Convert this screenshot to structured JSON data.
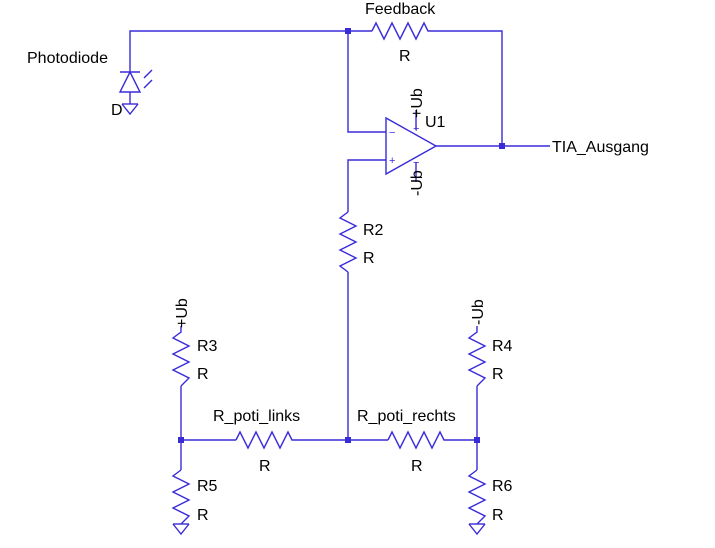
{
  "labels": {
    "feedback_name": "Feedback",
    "feedback_value": "R",
    "photodiode_name": "Photodiode",
    "photodiode_value": "D",
    "opamp_name": "U1",
    "opamp_pos_supply": "+Ub",
    "opamp_neg_supply": "-Ub",
    "opamp_inv_sign": "−",
    "opamp_noninv_sign": "+",
    "opamp_top_plus": "+",
    "opamp_bot_minus": "−",
    "output_net": "TIA_Ausgang",
    "r2_name": "R2",
    "r2_value": "R",
    "r3_name": "R3",
    "r3_value": "R",
    "r3_supply": "+Ub",
    "r4_name": "R4",
    "r4_value": "R",
    "r4_supply": "-Ub",
    "r5_name": "R5",
    "r5_value": "R",
    "r6_name": "R6",
    "r6_value": "R",
    "pot_left_name": "R_poti_links",
    "pot_left_value": "R",
    "pot_right_name": "R_poti_rechts",
    "pot_right_value": "R"
  },
  "colors": {
    "wire": "#3a2bd9",
    "text": "#000000",
    "background": "#ffffff"
  }
}
